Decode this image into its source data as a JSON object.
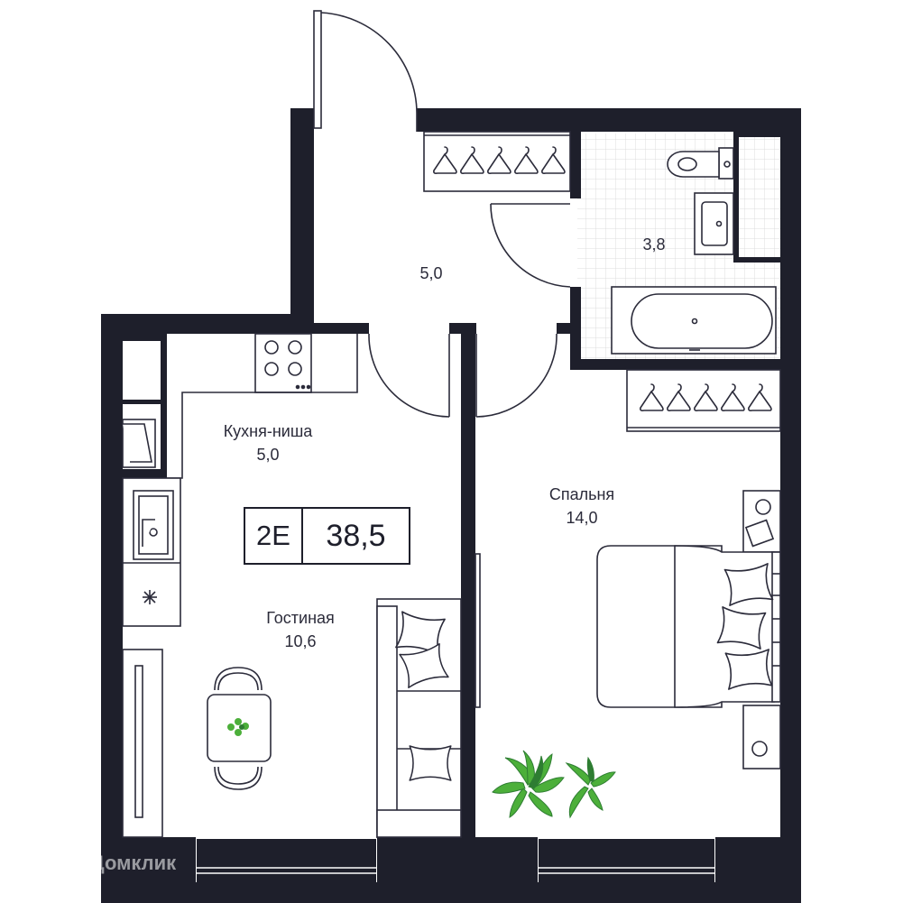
{
  "colors": {
    "wall": "#1e1f2b",
    "line": "#2b2b3a",
    "tile": "#dcdcde",
    "plant": "#4caf3a",
    "plant_dark": "#2e7d32"
  },
  "rooms": {
    "hall": {
      "name": "",
      "area": "5,0"
    },
    "bathroom": {
      "name": "",
      "area": "3,8"
    },
    "kitchen": {
      "name": "Кухня-ниша",
      "area": "5,0"
    },
    "living": {
      "name": "Гостиная",
      "area": "10,6"
    },
    "bedroom": {
      "name": "Спальня",
      "area": "14,0"
    }
  },
  "apartment": {
    "code": "2Е",
    "total_area": "38,5"
  },
  "watermark": {
    "text": "Домклик",
    "icon": "house-icon"
  }
}
